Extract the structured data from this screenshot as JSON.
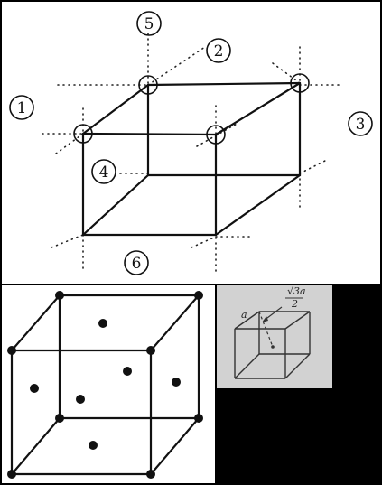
{
  "top_diagram": {
    "labels": [
      "1",
      "2",
      "3",
      "4",
      "5",
      "6"
    ]
  },
  "fcc_diagram": {},
  "inset": {
    "edge_label": "a",
    "dist_numer": "√3a",
    "dist_denom": "2"
  }
}
